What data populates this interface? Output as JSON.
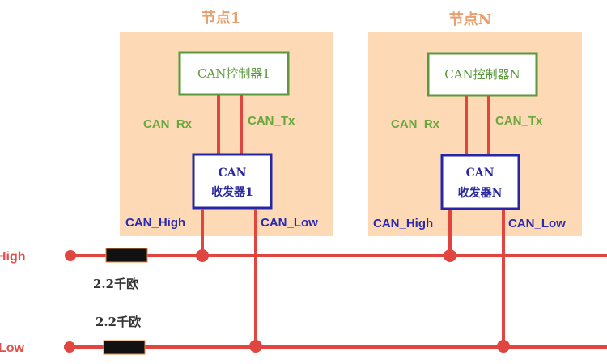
{
  "colors": {
    "node_fill": "#fdd9b5",
    "wire": "#e0453f",
    "controller_border": "#5a9a3c",
    "transceiver_border": "#2626a6",
    "resistor": "#111111"
  },
  "nodes": [
    {
      "title": "节点1",
      "controller": "CAN控制器1",
      "transceiver_line1": "CAN",
      "transceiver_line2": "收发器1",
      "rx_label": "CAN_Rx",
      "tx_label": "CAN_Tx",
      "high_label": "CAN_High",
      "low_label": "CAN_Low"
    },
    {
      "title": "节点N",
      "controller": "CAN控制器N",
      "transceiver_line1": "CAN",
      "transceiver_line2": "收发器N",
      "rx_label": "CAN_Rx",
      "tx_label": "CAN_Tx",
      "high_label": "CAN_High",
      "low_label": "CAN_Low"
    }
  ],
  "bus": {
    "high_label": "High",
    "low_label": "Low"
  },
  "resistors": {
    "high_label": "2.2千欧",
    "low_label": "2.2千欧"
  }
}
